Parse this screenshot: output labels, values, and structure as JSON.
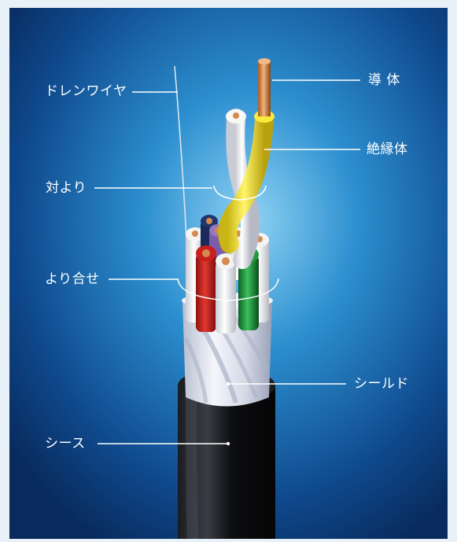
{
  "labels": {
    "drain_wire": "ドレンワイヤ",
    "conductor": "導 体",
    "insulator": "絶縁体",
    "twisted_pair": "対より",
    "stranding": "より合せ",
    "shield": "シールド",
    "sheath": "シース"
  },
  "colors": {
    "background_light": "#7ec6ee",
    "background_dark": "#0b2e63",
    "frame": "#e9f1f8",
    "conductor": "#c8783e",
    "insulator_yellow": "#f1e22c",
    "insulator_white": "#f4f4f2",
    "insulator_red": "#c8201c",
    "insulator_green": "#1f9b3c",
    "insulator_purple": "#7b5ca8",
    "insulator_navy": "#1b2a5a",
    "shield": "#e3e6ee",
    "sheath": "#111214",
    "label_text": "#ffffff"
  }
}
